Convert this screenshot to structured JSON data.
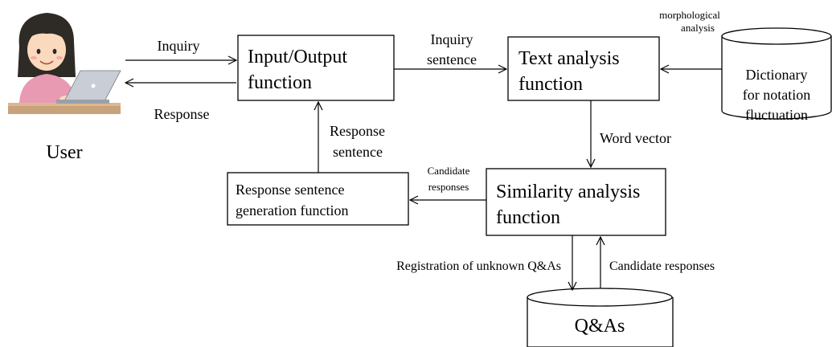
{
  "user": {
    "caption": "User"
  },
  "io": {
    "line1": "Input/Output",
    "line2": "function"
  },
  "text_analysis": {
    "line1": "Text analysis",
    "line2": "function"
  },
  "similarity": {
    "line1": "Similarity analysis",
    "line2": "function"
  },
  "resp_gen": {
    "line1": "Response sentence",
    "line2": "generation function"
  },
  "dictionary": {
    "line1": "Dictionary",
    "line2": "for notation",
    "line3": "fluctuation"
  },
  "qa_db": {
    "label": "Q&As"
  },
  "edges": {
    "inquiry": "Inquiry",
    "response": "Response",
    "inquiry_sentence_1": "Inquiry",
    "inquiry_sentence_2": "sentence",
    "morph_1": "morphological",
    "morph_2": "analysis",
    "word_vector": "Word vector",
    "candidate_1": "Candidate",
    "candidate_2": "responses",
    "response_sentence_1": "Response",
    "response_sentence_2": "sentence",
    "registration": "Registration of unknown Q&As",
    "candidate_responses": "Candidate responses"
  },
  "icons": {
    "user": "person-at-laptop-icon"
  }
}
